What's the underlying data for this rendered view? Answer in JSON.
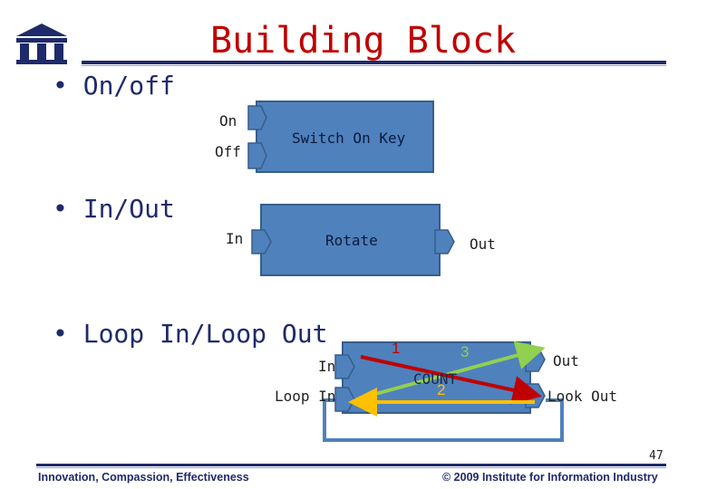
{
  "title": "Building Block",
  "logo_text": "III",
  "bullets": {
    "on_off": "On/off",
    "in_out": "In/Out",
    "loop": "Loop In/Loop Out"
  },
  "switch_block": {
    "label": "Switch On Key",
    "port_on": "On",
    "port_off": "Off"
  },
  "rotate_block": {
    "label": "Rotate",
    "port_in": "In",
    "port_out": "Out"
  },
  "loop_block": {
    "label": "COUNT",
    "port_in": "In",
    "port_loop_in": "Loop In",
    "port_out": "Out",
    "port_look_out": "Look Out",
    "arrow_labels": [
      "1",
      "2",
      "3"
    ]
  },
  "colors": {
    "block_fill": "#4f81bd",
    "block_stroke": "#385d8a",
    "title": "#c00000",
    "arrow_red": "#c00000",
    "arrow_green": "#92d050",
    "arrow_orange": "#ffc000",
    "brand_navy": "#1f2a6a"
  },
  "footer": {
    "left": "Innovation, Compassion, Effectiveness",
    "right": "© 2009 Institute for Information Industry"
  },
  "page_number": "47"
}
